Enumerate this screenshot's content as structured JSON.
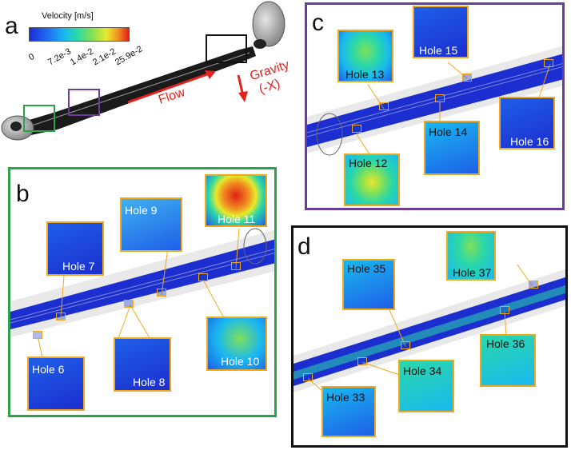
{
  "panels": {
    "a": "a",
    "b": "b",
    "c": "c",
    "d": "d"
  },
  "colorbar": {
    "title": "Velocity [m/s]",
    "ticks": [
      "0",
      "7.2e-3",
      "1.4e-2",
      "2.1e-2",
      "25.9e-2"
    ]
  },
  "annotations": {
    "flow": "Flow",
    "gravity_line1": "Gravity",
    "gravity_line2": "(-X)"
  },
  "colors": {
    "panel_b_border": "#2aa34a",
    "panel_c_border": "#6a3d9a",
    "panel_d_border": "#111111",
    "inset_border": "#f2a81d",
    "arrow": "#e4231f"
  },
  "insets": {
    "h6": "Hole 6",
    "h7": "Hole 7",
    "h8": "Hole 8",
    "h9": "Hole 9",
    "h10": "Hole 10",
    "h11": "Hole 11",
    "h12": "Hole 12",
    "h13": "Hole 13",
    "h14": "Hole 14",
    "h15": "Hole 15",
    "h16": "Hole 16",
    "h33": "Hole 33",
    "h34": "Hole 34",
    "h35": "Hole 35",
    "h36": "Hole 36",
    "h37": "Hole 37"
  }
}
